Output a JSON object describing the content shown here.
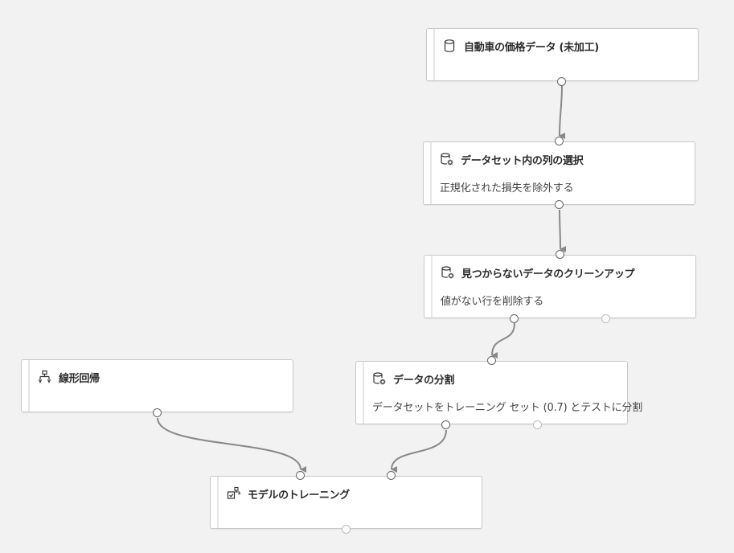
{
  "nodes": [
    {
      "id": "raw_car_data",
      "title": "自動車の価格データ (未加工)",
      "description": "",
      "icon": "database-icon"
    },
    {
      "id": "select_columns",
      "title": "データセット内の列の選択",
      "description": "正規化された損失を除外する",
      "icon": "database-gear-icon"
    },
    {
      "id": "clean_missing",
      "title": "見つからないデータのクリーンアップ",
      "description": "値がない行を削除する",
      "icon": "database-gear-icon"
    },
    {
      "id": "split_data",
      "title": "データの分割",
      "description": "データセットをトレーニング セット (0.7) とテストに分割",
      "icon": "database-gear-icon"
    },
    {
      "id": "linear_regression",
      "title": "線形回帰",
      "description": "",
      "icon": "model-tree-icon"
    },
    {
      "id": "train_model",
      "title": "モデルのトレーニング",
      "description": "",
      "icon": "train-model-icon"
    }
  ],
  "connections": [
    {
      "from": "raw_car_data",
      "from_port": 0,
      "to": "select_columns",
      "to_port": 0
    },
    {
      "from": "select_columns",
      "from_port": 0,
      "to": "clean_missing",
      "to_port": 0
    },
    {
      "from": "clean_missing",
      "from_port": 0,
      "to": "split_data",
      "to_port": 0
    },
    {
      "from": "linear_regression",
      "from_port": 0,
      "to": "train_model",
      "to_port": 0
    },
    {
      "from": "split_data",
      "from_port": 0,
      "to": "train_model",
      "to_port": 1
    }
  ],
  "colors": {
    "canvas": "#f2f2f2",
    "wire": "#888888",
    "node_border": "#c8c8c8"
  }
}
